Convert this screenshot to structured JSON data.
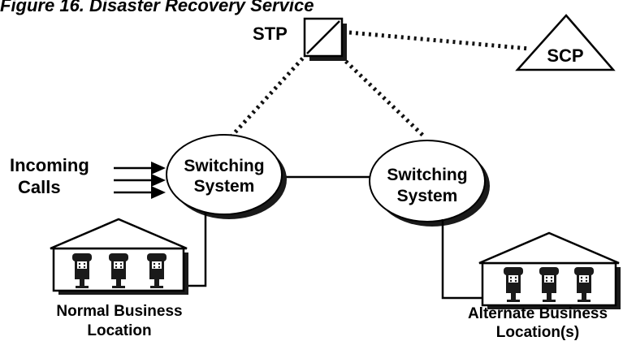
{
  "title": "Figure 16. Disaster Recovery Service",
  "nodes": {
    "stp": "STP",
    "scp": "SCP",
    "switch_left": {
      "line1": "Switching",
      "line2": "System"
    },
    "switch_right": {
      "line1": "Switching",
      "line2": "System"
    }
  },
  "incoming": {
    "line1": "Incoming",
    "line2": "Calls"
  },
  "normal_location": {
    "line1": "Normal Business",
    "line2": "Location"
  },
  "alternate_location": {
    "line1": "Alternate Business",
    "line2": "Location(s)"
  }
}
